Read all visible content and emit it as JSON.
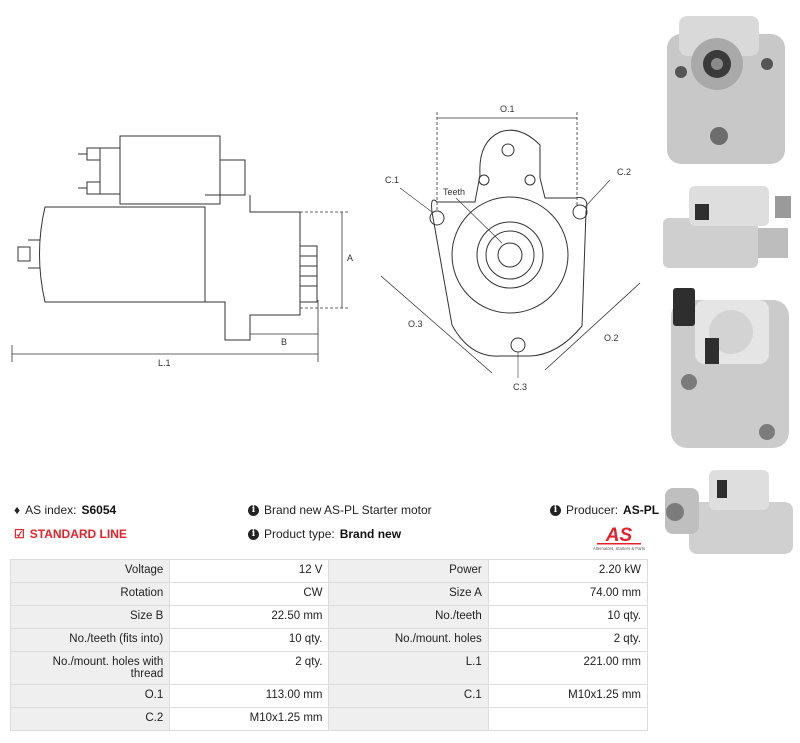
{
  "drawing": {
    "labels": {
      "o1": "O.1",
      "c1": "C.1",
      "c2": "C.2",
      "c3": "C.3",
      "o2": "O.2",
      "o3": "O.3",
      "teeth": "Teeth",
      "a": "A",
      "b": "B",
      "l1": "L.1"
    }
  },
  "info": {
    "as_index_label": "AS index:",
    "as_index_value": "S6054",
    "standard_line": "STANDARD LINE",
    "description": "Brand new AS-PL Starter motor",
    "product_type_label": "Product type:",
    "product_type_value": "Brand new",
    "producer_label": "Producer:",
    "producer_value": "AS-PL"
  },
  "logo": {
    "text": "AS",
    "tagline": "Alternators, Starters & Parts",
    "color": "#e3222c"
  },
  "specs": [
    [
      "Voltage",
      "12 V",
      "Power",
      "2.20 kW"
    ],
    [
      "Rotation",
      "CW",
      "Size A",
      "74.00 mm"
    ],
    [
      "Size B",
      "22.50 mm",
      "No./teeth",
      "10 qty."
    ],
    [
      "No./teeth (fits into)",
      "10 qty.",
      "No./mount. holes",
      "2 qty."
    ],
    [
      "No./mount. holes with thread",
      "2 qty.",
      "L.1",
      "221.00 mm"
    ],
    [
      "O.1",
      "113.00 mm",
      "C.1",
      "M10x1.25 mm"
    ],
    [
      "C.2",
      "M10x1.25 mm",
      "",
      ""
    ]
  ]
}
